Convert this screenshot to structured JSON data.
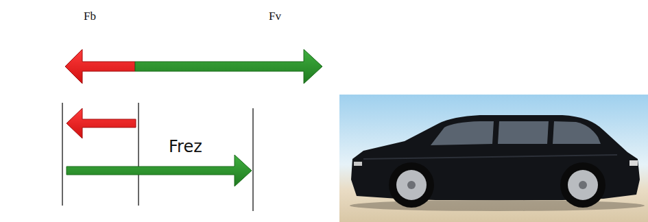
{
  "diagram": {
    "labels": [
      "Fb",
      "Fv",
      "Frez"
    ]
  }
}
